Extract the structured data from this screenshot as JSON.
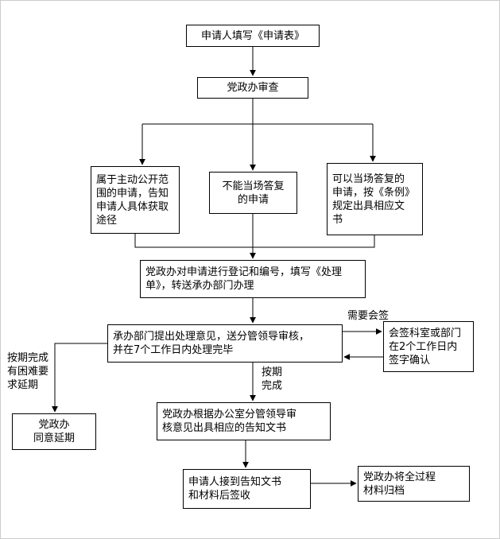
{
  "colors": {
    "background": "#ffffff",
    "box_border": "#000000",
    "text": "#000000"
  },
  "flowchart": {
    "nodes": {
      "fill_form": {
        "label": "申请人填写《申请表》"
      },
      "review": {
        "label": "党政办审查"
      },
      "proactive": {
        "label": "属于主动公开范\n围的申请，告知\n申请人具体获取\n途径"
      },
      "cannot_answer": {
        "label": "不能当场答复\n的申请"
      },
      "answer_onsite": {
        "label": "可以当场答复的\n申请，按《条例》\n规定出具相应文\n书"
      },
      "register": {
        "label": "党政办对申请进行登记和编号，填写《处理\n单》，转送承办部门办理"
      },
      "handle": {
        "label": "承办部门提出处理意见，送分管领导审核，\n并在7个工作日内处理完毕"
      },
      "countersign": {
        "label": "会签科室或部门\n在2个工作日内\n签字确认"
      },
      "extension": {
        "label": "党政办\n同意延期"
      },
      "issue_notice": {
        "label": "党政办根据办公室分管领导审\n核意见出具相应的告知文书"
      },
      "sign_receipt": {
        "label": "申请人接到告知文书\n和材料后签收"
      },
      "archive": {
        "label": "党政办将全过程\n材料归档"
      }
    },
    "edge_labels": {
      "need_countersign": "需要会签",
      "on_time": "按期\n完成",
      "request_extension": "按期完成\n有困难要\n求延期"
    }
  }
}
